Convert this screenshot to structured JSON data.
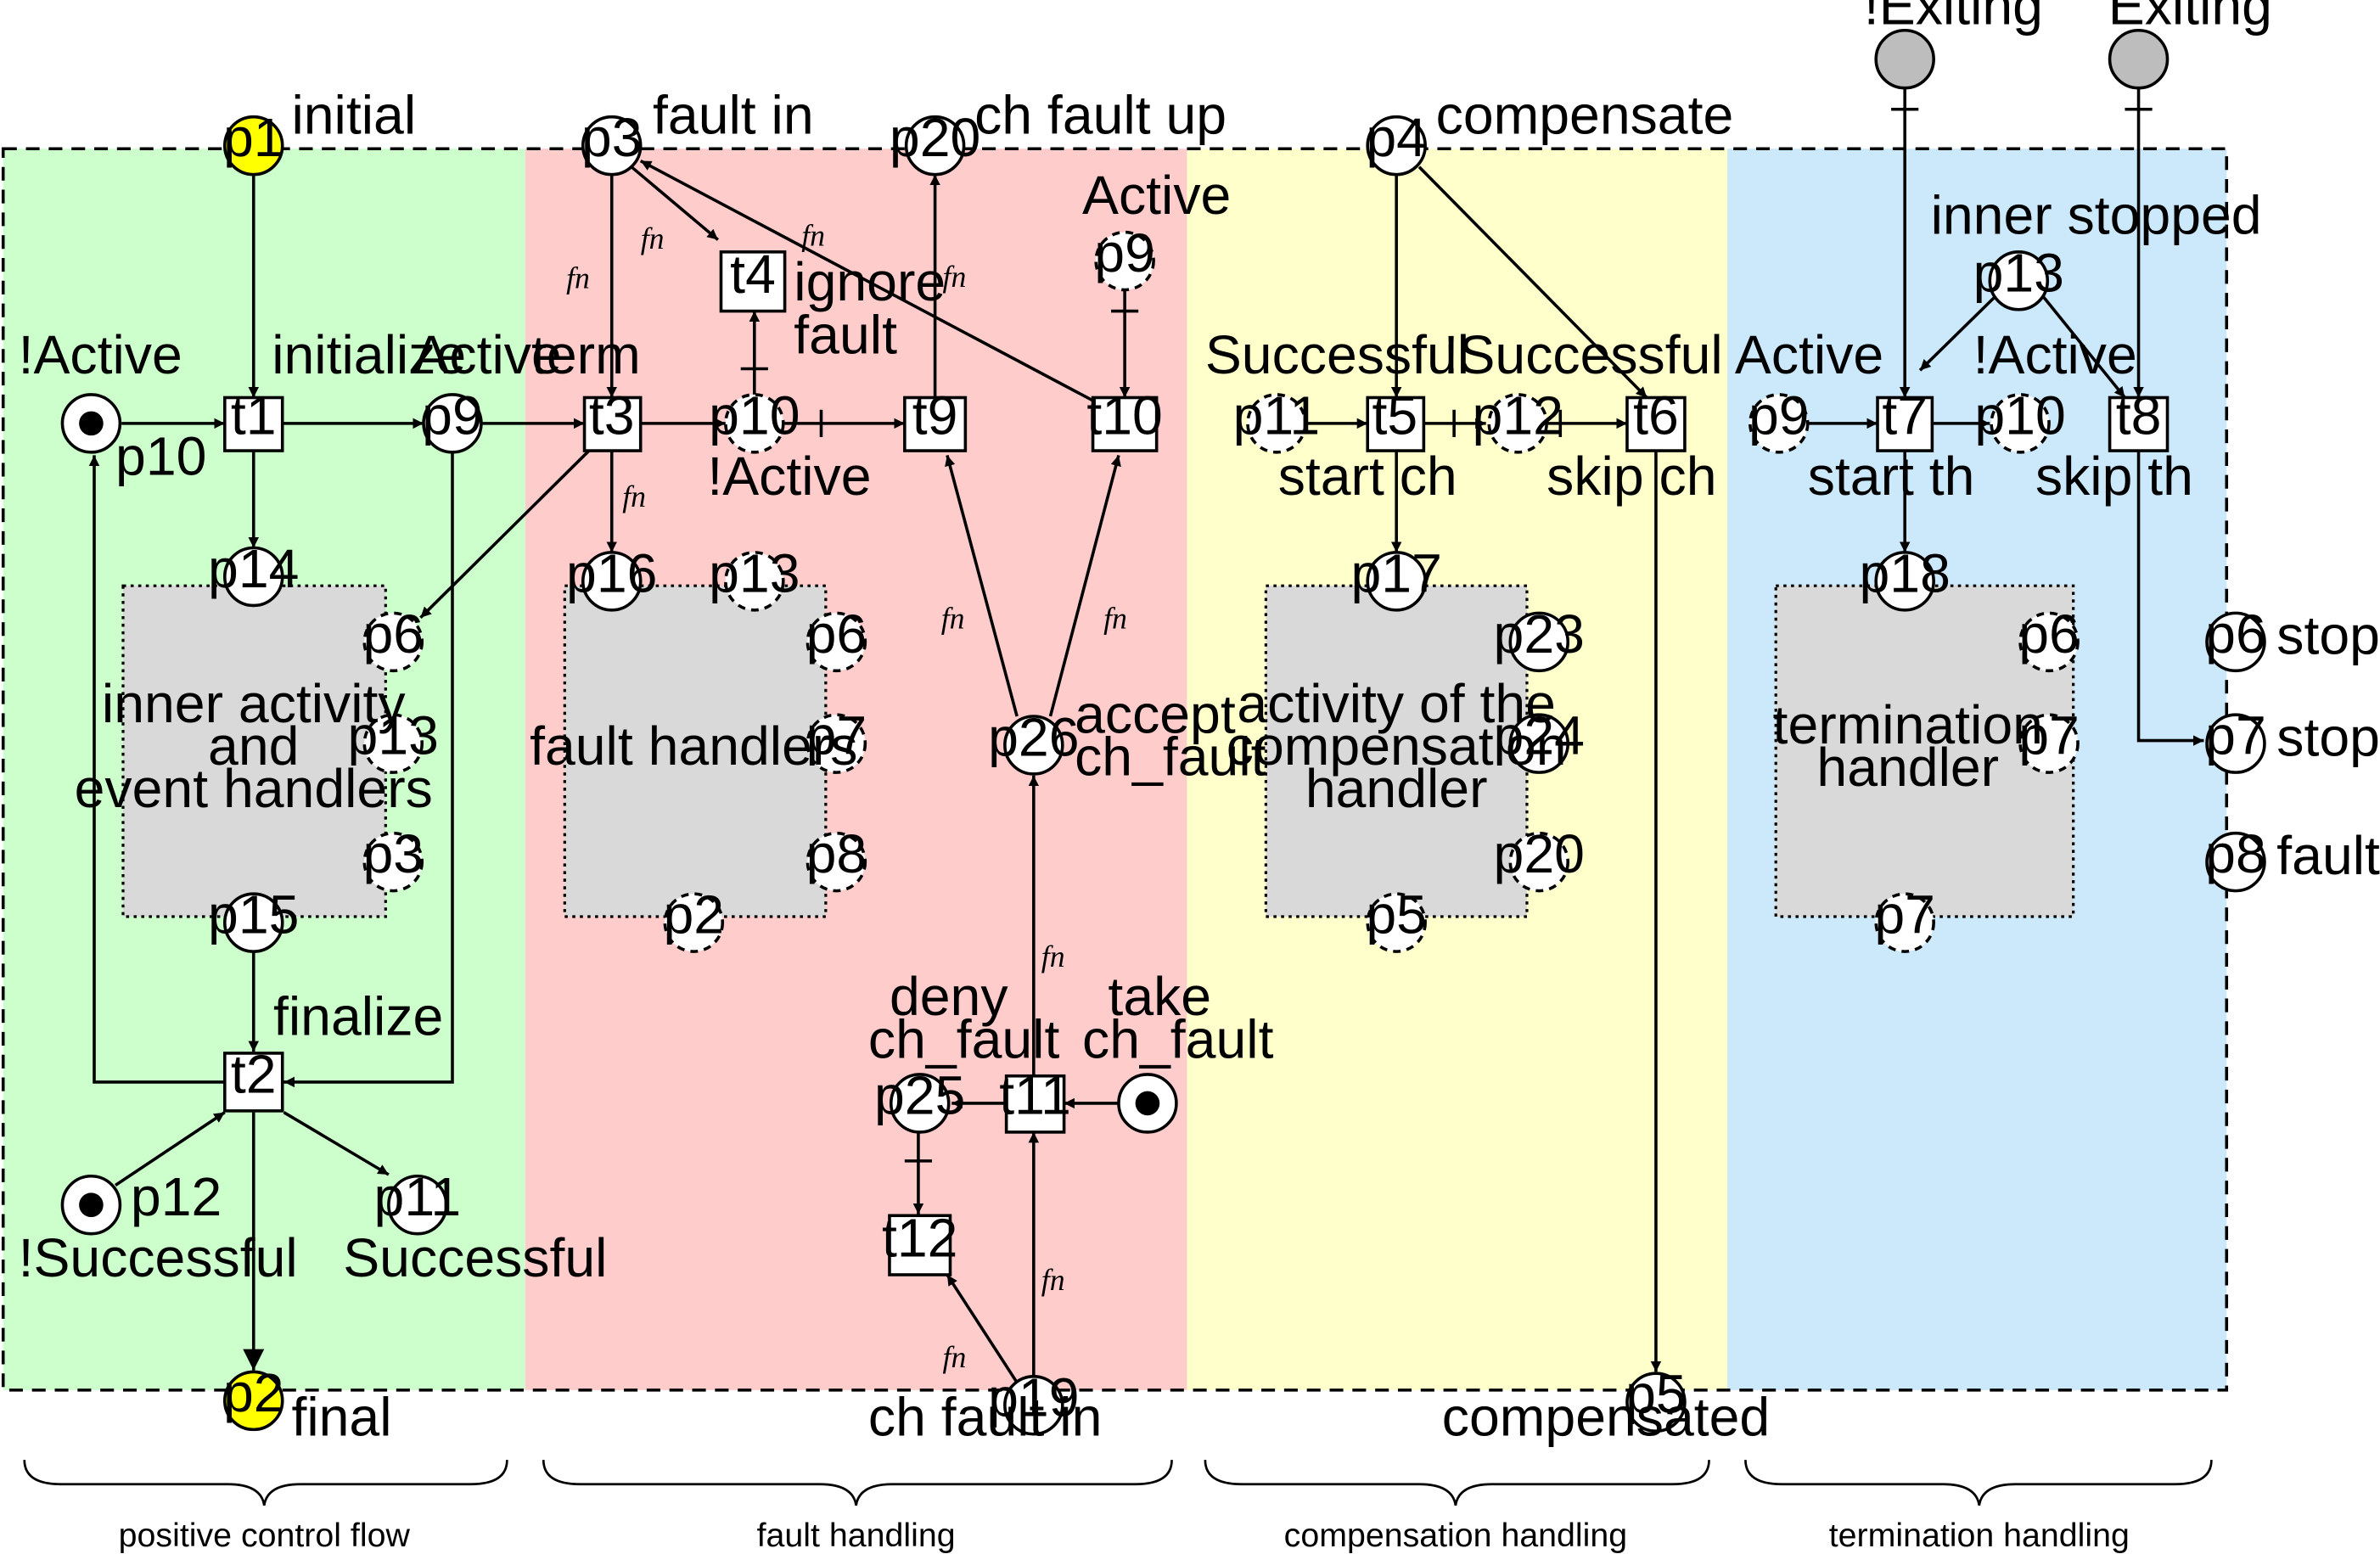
{
  "colors": {
    "positive": "#ccffcc",
    "fault": "#ffcccc",
    "compensation": "#ffffcc",
    "termination": "#cce8fb",
    "initial_final": "#ffff00",
    "exiting": "#bdbdbd",
    "inner_box": "#d9d9d9"
  },
  "sections": {
    "positive": "positive control flow",
    "fault": "fault handling",
    "compensation": "compensation handling",
    "termination": "termination handling"
  },
  "places": {
    "p1": "p1",
    "p2": "p2",
    "p3": "p3",
    "p4": "p4",
    "p5": "p5",
    "p6": "p6",
    "p7": "p7",
    "p8": "p8",
    "p9": "p9",
    "p10": "p10",
    "p11": "p11",
    "p12": "p12",
    "p13": "p13",
    "p14": "p14",
    "p15": "p15",
    "p16": "p16",
    "p17": "p17",
    "p18": "p18",
    "p19": "p19",
    "p20": "p20",
    "p23": "p23",
    "p24": "p24",
    "p25": "p25",
    "p26": "p26"
  },
  "transitions": {
    "t1": "t1",
    "t2": "t2",
    "t3": "t3",
    "t4": "t4",
    "t5": "t5",
    "t6": "t6",
    "t7": "t7",
    "t8": "t8",
    "t9": "t9",
    "t10": "t10",
    "t11": "t11",
    "t12": "t12"
  },
  "labels": {
    "initial": "initial",
    "final": "final",
    "not_active": "!Active",
    "active": "Active",
    "initialize": "initialize",
    "finalize": "finalize",
    "not_successful": "!Successful",
    "successful": "Successful",
    "fault_in": "fault in",
    "ch_fault_up": "ch fault up",
    "term": "term",
    "ignore": "ignore",
    "fault": "fault",
    "accept": "accept",
    "ch_fault": "ch_fault",
    "deny": "deny",
    "take": "take",
    "ch_fault_in": "ch fault in",
    "compensate": "compensate",
    "start_ch": "start ch",
    "skip_ch": "skip ch",
    "compensated": "compensated",
    "not_exiting": "!Exiting",
    "exiting": "Exiting",
    "inner_stopped": "inner stopped",
    "start_th": "start th",
    "skip_th": "skip th",
    "stop": "stop",
    "stopped": "stopped",
    "fault_up": "fault up",
    "fn": "fn"
  },
  "inner_boxes": {
    "activity": [
      "inner activity",
      "and",
      "event handlers"
    ],
    "fault_handlers": [
      "fault handlers"
    ],
    "compensation": [
      "activity of the",
      "compensation",
      "handler"
    ],
    "termination": [
      "termination",
      "handler"
    ]
  }
}
